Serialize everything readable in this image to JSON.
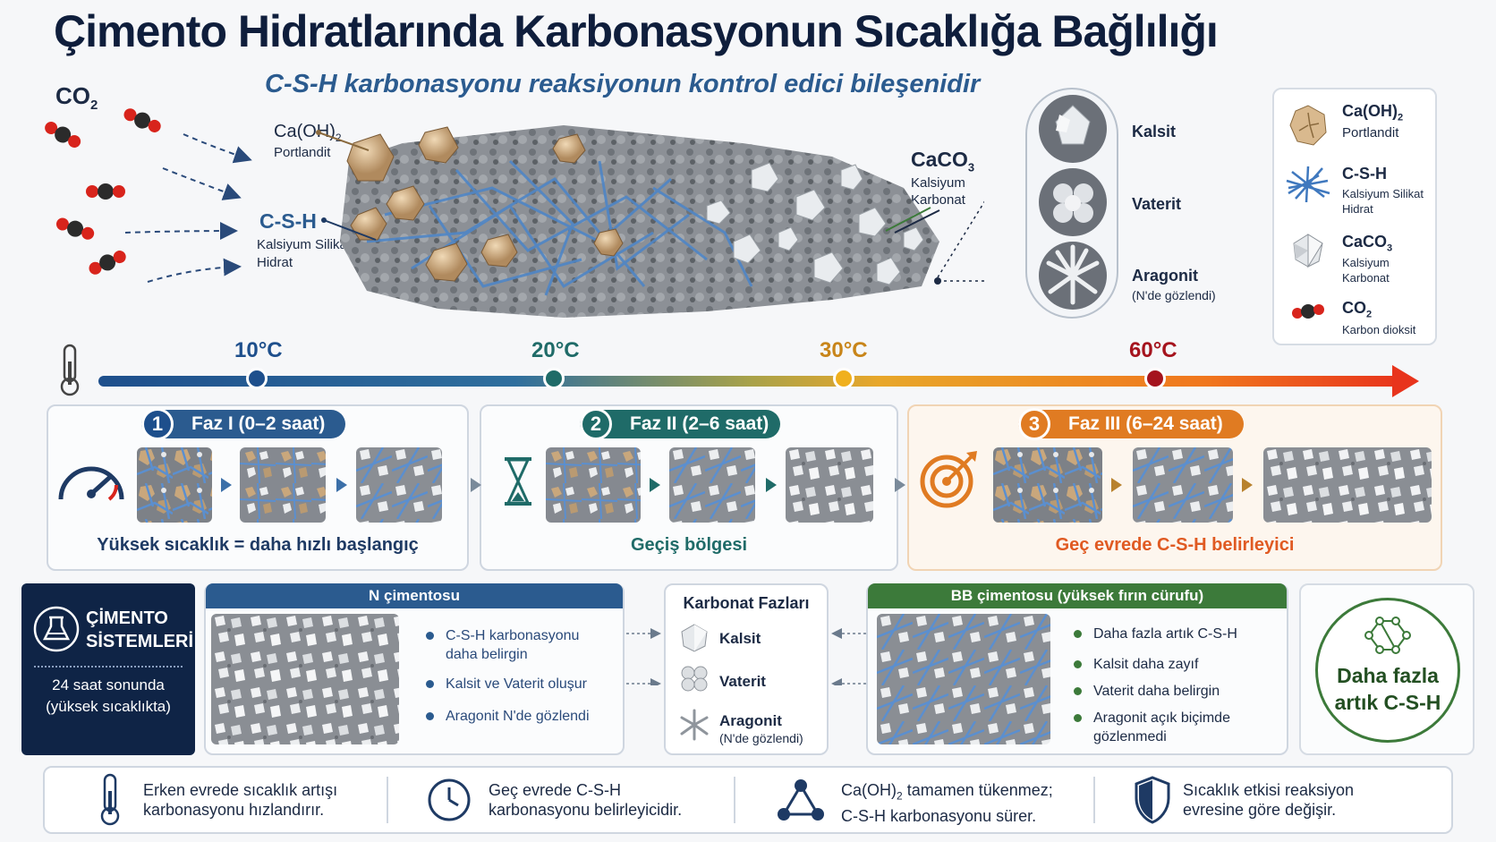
{
  "title": "Çimento Hidratlarında Karbonasyonun Sıcaklığa Bağlılığı",
  "subtitle": "C-S-H karbonasyonu reaksiyonun kontrol edici bileşenidir",
  "hero": {
    "co2": "CO",
    "co2_sub": "2",
    "caoh_main": "Ca(OH)",
    "caoh_sub": "2",
    "caoh_name": "Portlandit",
    "csh_main": "C-S-H",
    "csh_name1": "Kalsiyum Silikat",
    "csh_name2": "Hidrat",
    "caco3_main": "CaCO",
    "caco3_sub": "3",
    "caco3_name1": "Kalsiyum",
    "caco3_name2": "Karbonat"
  },
  "polymorphs": [
    {
      "name": "Kalsit",
      "note": ""
    },
    {
      "name": "Vaterit",
      "note": ""
    },
    {
      "name": "Aragonit",
      "note": "(N'de gözlendi)"
    }
  ],
  "legend": [
    {
      "main": "Ca(OH)",
      "sub": "2",
      "desc1": "Portlandit",
      "desc2": ""
    },
    {
      "main": "C-S-H",
      "sub": "",
      "desc1": "Kalsiyum Silikat",
      "desc2": "Hidrat"
    },
    {
      "main": "CaCO",
      "sub": "3",
      "desc1": "Kalsiyum",
      "desc2": "Karbonat"
    },
    {
      "main": "CO",
      "sub": "2",
      "desc1": "Karbon dioksit",
      "desc2": ""
    }
  ],
  "temperatures": [
    "10°C",
    "20°C",
    "30°C",
    "60°C"
  ],
  "colors": {
    "t10": "#1e4f8c",
    "t20": "#1f6b68",
    "t30": "#e0a52a",
    "t60": "#a5141e",
    "phase1": "#2b5b8f",
    "phase2": "#1f6b68",
    "phase3": "#e07b22",
    "green": "#3c7a3a"
  },
  "phases": [
    {
      "num": "1",
      "label": "Faz I (0–2 saat)",
      "caption": "Yüksek sıcaklık = daha hızlı başlangıç",
      "icon": "gauge-icon"
    },
    {
      "num": "2",
      "label": "Faz II (2–6 saat)",
      "caption": "Geçiş bölgesi",
      "icon": "hourglass-icon"
    },
    {
      "num": "3",
      "label": "Faz III (6–24 saat)",
      "caption": "Geç evrede C-S-H belirleyici",
      "icon": "target-icon"
    }
  ],
  "systems": {
    "title1": "ÇİMENTO",
    "title2": "SİSTEMLERİ",
    "note1": "24 saat sonunda",
    "note2": "(yüksek sıcaklıkta)"
  },
  "n_cement": {
    "header": "N çimentosu",
    "bullets": [
      "C-S-H karbonasyonu",
      "daha belirgin",
      "Kalsit ve Vaterit oluşur",
      "Aragonit N'de gözlendi"
    ]
  },
  "carbonate_phases": {
    "header": "Karbonat Fazları",
    "items": [
      "Kalsit",
      "Vaterit",
      "Aragonit"
    ],
    "aragonit_note": "(N'de gözlendi)"
  },
  "bb_cement": {
    "header": "BB çimentosu (yüksek fırın cürufu)",
    "bullets": [
      "Daha fazla artık C-S-H",
      "Kalsit daha zayıf",
      "Vaterit daha belirgin",
      "Aragonit açık biçimde",
      "gözlenmedi"
    ]
  },
  "more_csh": {
    "line1": "Daha fazla",
    "line2": "artık C-S-H"
  },
  "footer": [
    {
      "line1": "Erken evrede sıcaklık artışı",
      "line2": "karbonasyonu hızlandırır."
    },
    {
      "line1": "Geç evrede C-S-H",
      "line2": "karbonasyonu belirleyicidir."
    },
    {
      "line1a": "Ca(OH)",
      "line1sub": "2",
      "line1b": " tamamen tükenmez;",
      "line2": "C-S-H karbonasyonu sürer."
    },
    {
      "line1": "Sıcaklık etkisi reaksiyon",
      "line2": "evresine göre değişir."
    }
  ]
}
